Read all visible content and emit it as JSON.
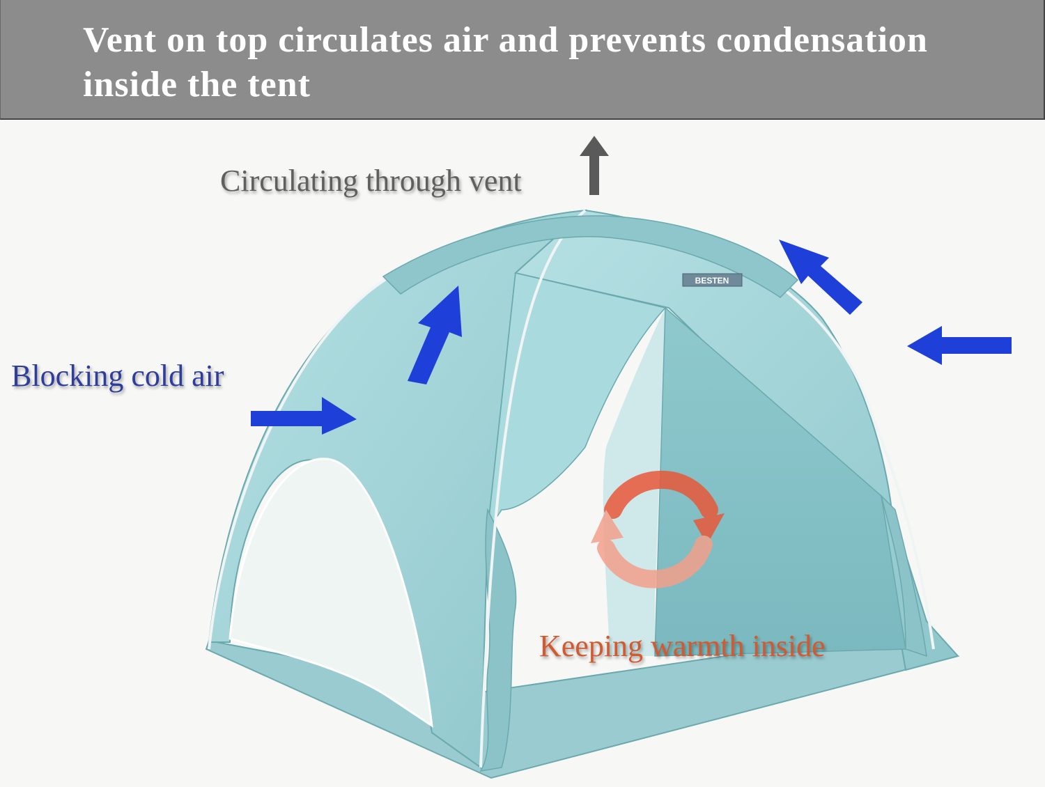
{
  "banner": {
    "title": "Vent on top circulates air and prevents condensation inside the tent"
  },
  "labels": {
    "vent": "Circulating through vent",
    "cold": "Blocking cold air",
    "warm": "Keeping warmth inside"
  },
  "tent": {
    "logo": "BESTEN"
  },
  "colors": {
    "banner_bg": "#8c8c8c",
    "tent_fabric": "#9fd2d6",
    "cold_arrow": "#1e3fd8",
    "vent_arrow": "#5a5a5a",
    "warm_arrow": "#e8583a"
  }
}
